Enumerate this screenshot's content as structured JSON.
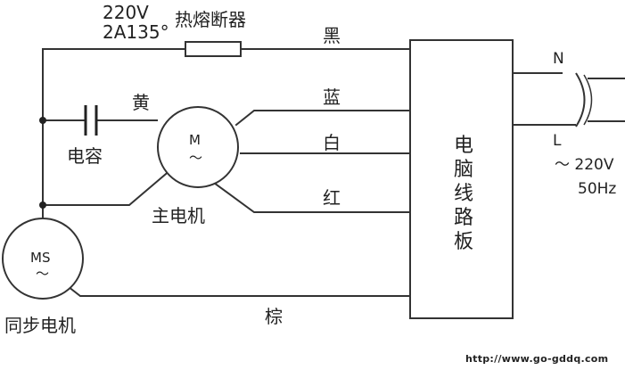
{
  "labels": {
    "voltage_top": "220V",
    "fuse_rating": "2A135°",
    "fuse_name": "热熔断器",
    "wire_black": "黑",
    "wire_yellow": "黄",
    "wire_blue": "蓝",
    "wire_white": "白",
    "wire_red": "红",
    "wire_brown": "棕",
    "capacitor": "电容",
    "main_motor": "主电机",
    "sync_motor": "同步电机",
    "motor_m": "M",
    "motor_ms": "MS",
    "neutral": "N",
    "live": "L",
    "mains_voltage": "～ 220V",
    "mains_freq": "50Hz",
    "tilde": "～",
    "watermark": "http://www.go-gddq.com"
  },
  "board": {
    "chars": [
      "电",
      "脑",
      "线",
      "路",
      "板"
    ]
  }
}
